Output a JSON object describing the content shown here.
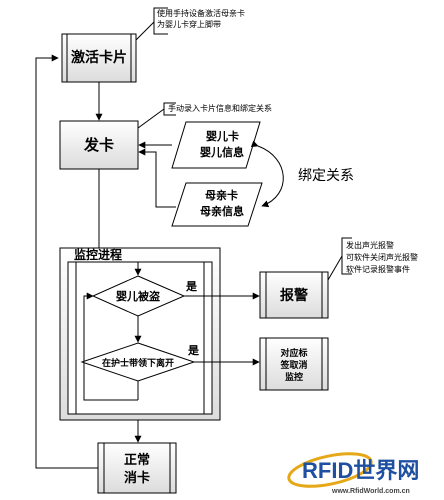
{
  "nodes": {
    "activate_card": "激活卡片",
    "issue_card": "发卡",
    "baby_card": [
      "婴儿卡",
      "婴儿信息"
    ],
    "mother_card": [
      "母亲卡",
      "母亲信息"
    ],
    "monitoring": "监控进程",
    "baby_stolen": "婴儿被盗",
    "leave_without_nurse": "在护士带领下离开",
    "alarm": "报警",
    "cancel_monitor": [
      "对应标",
      "签取消",
      "监控"
    ],
    "normal_cancel": [
      "正常",
      "消卡"
    ]
  },
  "notes": {
    "activate_note": [
      "使用手持设备激活母亲卡",
      "为婴儿卡穿上脚带"
    ],
    "issue_note": "手动录入卡片信息和绑定关系",
    "alarm_note": [
      "发出声光报警",
      "可软件关闭声光报警",
      "软件记录报警事件"
    ]
  },
  "edge_labels": {
    "yes_stolen": "是",
    "yes_leave": "是",
    "binding": "绑定关系"
  },
  "logo": {
    "brand": "RFID世界网",
    "url": "www.RfidWorld.com.cn"
  }
}
